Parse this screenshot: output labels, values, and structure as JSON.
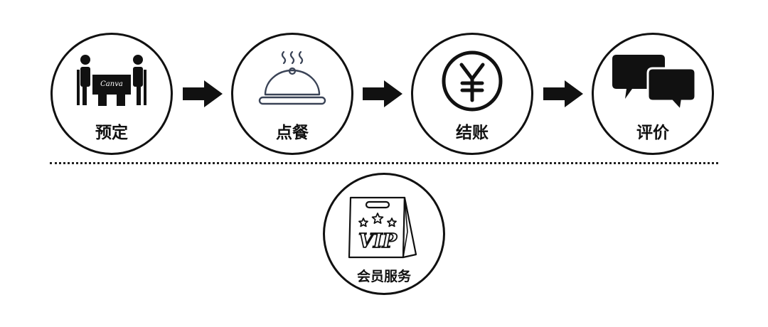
{
  "steps": [
    {
      "label": "预定",
      "icon": "dining-table-icon",
      "table_text": "Canva"
    },
    {
      "label": "点餐",
      "icon": "cloche-icon"
    },
    {
      "label": "结账",
      "icon": "yuan-coin-icon"
    },
    {
      "label": "评价",
      "icon": "speech-bubbles-icon"
    }
  ],
  "extra": {
    "label": "会员服务",
    "icon": "vip-bag-icon",
    "bag_text": "VIP"
  },
  "colors": {
    "ink": "#111111",
    "cloche": "#3a4356",
    "background": "#ffffff"
  }
}
